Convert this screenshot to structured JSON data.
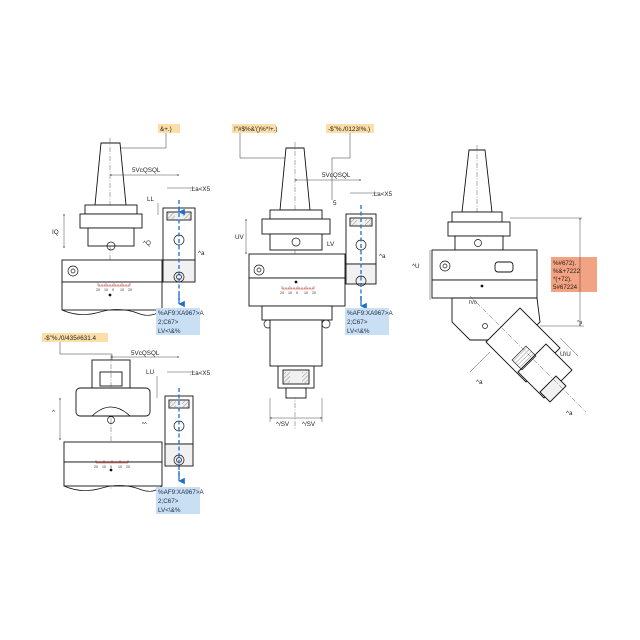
{
  "callouts": {
    "v1_top": "&+.)",
    "v2_top_left": "!\"#$%&'()%*!+.)",
    "v2_top_right": "-$\"%./0123!%.)",
    "v4_top": "-$\"%./0/435#631.4",
    "v3_right": [
      "%#672).",
      "%&+7222",
      "*(+72).",
      "5#67224"
    ]
  },
  "info_box": [
    "%AF9:XA967>A",
    "2;C67>",
    "LV<\\&%"
  ],
  "dims": {
    "v1_width": "5VcQSQL",
    "v1_right": ".La<X5",
    "v1_ll": "LL",
    "v1_iq": "IQ",
    "v1_q": "^Q",
    "v1_a": "^a",
    "v2_width": "5VcQSQL",
    "v2_right": ".La<X5",
    "v2_s": "5",
    "v2_uv": "UV",
    "v2_lv": "LV",
    "v2_a": "^a",
    "v2_sv_left": "^/SV",
    "v2_sv_right": "^/SV",
    "v3_u": "^U",
    "v3_iv": "IVô",
    "v3_uu": "U\\U",
    "v3_a1": "^a",
    "v3_a2": "^a",
    "v3_a3": "^a",
    "v4_width": "5VcQSQL",
    "v4_right": ".La<X5",
    "v4_lu": "LU",
    "v4_side": "^",
    "v4_aa": "^^"
  },
  "scale_ticks": [
    "20",
    "10",
    "0",
    "10",
    "20"
  ],
  "colors": {
    "info_fill": "#c9dff3",
    "callout_fill": "#fbdfa6",
    "red_fill": "#f2a383",
    "axis_blue": "#1e6fd0",
    "scale_red": "#d0332b"
  }
}
